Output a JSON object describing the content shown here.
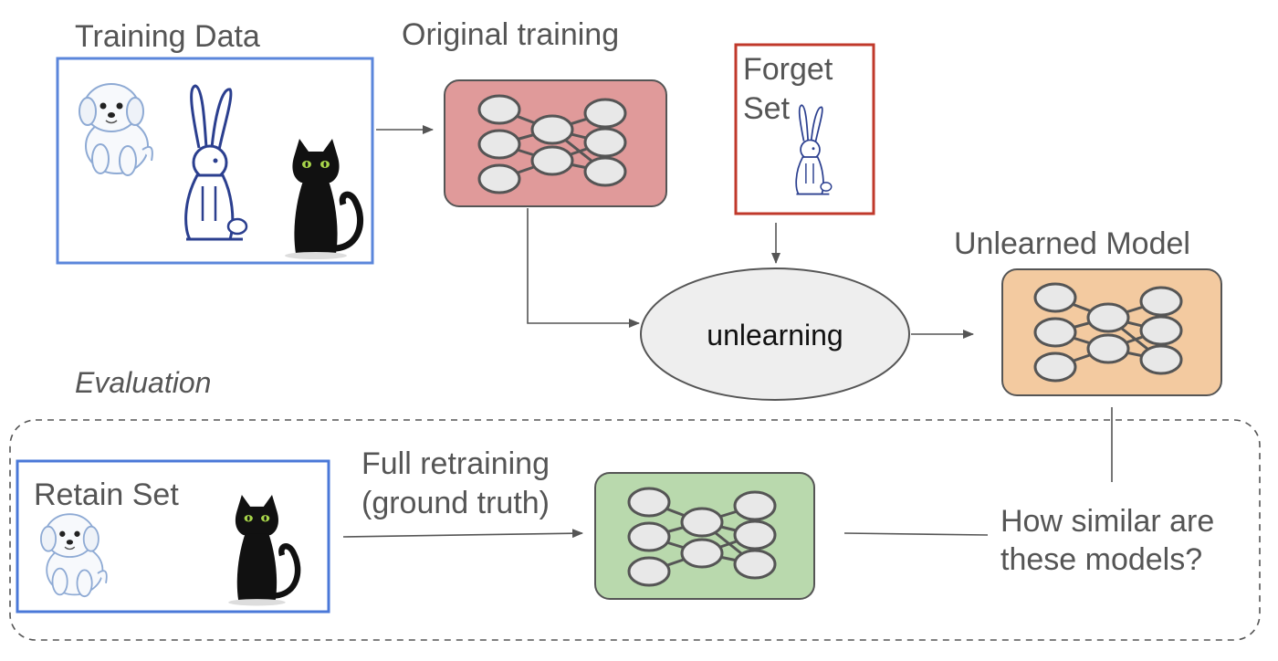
{
  "labels": {
    "training_data": "Training Data",
    "original_training": "Original training",
    "forget_set_line1": "Forget",
    "forget_set_line2": "Set",
    "unlearning": "unlearning",
    "unlearned_model": "Unlearned Model",
    "evaluation": "Evaluation",
    "retain_set": "Retain Set",
    "full_retraining_line1": "Full retraining",
    "full_retraining_line2": "(ground truth)",
    "question_line1": "How similar are",
    "question_line2": "these models?"
  },
  "colors": {
    "training_box_border": "#5b86db",
    "forget_box_border": "#c0392b",
    "retain_box_border": "#4a78d8",
    "original_model_fill": "#e09a9a",
    "unlearned_model_fill": "#f3caa0",
    "retrained_model_fill": "#b9d9ad",
    "unlearning_ellipse_fill": "#eeeeee",
    "line_color": "#555555"
  },
  "icons": {
    "dog": "puppy-illustration",
    "rabbit": "rabbit-illustration",
    "cat": "black-cat-illustration"
  }
}
